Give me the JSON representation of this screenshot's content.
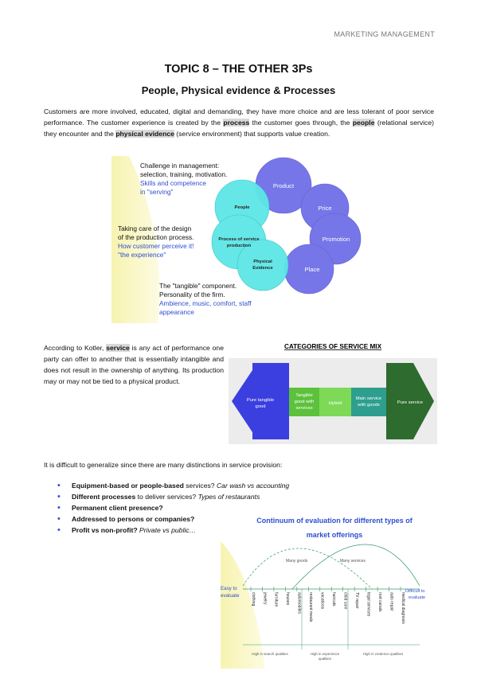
{
  "header": {
    "label": "MARKETING MANAGEMENT"
  },
  "title": "TOPIC 8 – THE OTHER 3Ps",
  "subtitle": "People, Physical evidence & Processes",
  "intro": {
    "p_a": "Customers are more involved, educated, digital and demanding, they have more choice and are less tolerant of poor service performance. The customer experience is created by the ",
    "k1": "process",
    "p_b": " the customer goes through, the ",
    "k2": "people",
    "p_c": " (relational service) they encounter and the ",
    "k3": "physical evidence",
    "p_d": " (service environment) that supports value creation."
  },
  "figure1": {
    "ann_people": [
      "Challenge in management:",
      "selection, training, motivation."
    ],
    "ann_people_blue": [
      "Skills and competence",
      "in \"serving\""
    ],
    "ann_process": [
      "Taking care of the design",
      "of the production process."
    ],
    "ann_process_blue": [
      "How customer perceive it!",
      "\"the experience\""
    ],
    "ann_physical": [
      "The \"tangible\" component.",
      "Personality of the firm."
    ],
    "ann_physical_blue": [
      "Ambience, music, comfort, staff",
      "appearance"
    ],
    "circle_people": "People",
    "circle_process": [
      "Process of service",
      "production"
    ],
    "circle_physical": [
      "Physical",
      "Evidence"
    ],
    "circle_product": "Product",
    "circle_price": "Price",
    "circle_promotion": "Promotion",
    "circle_place": "Place"
  },
  "service_def": {
    "a": "According to Kotler, ",
    "k": "service",
    "b": " is any act of performance one party can offer to another that is essentially intangible and does not result in the ownership of anything. Its production may or may not be tied to a physical product."
  },
  "figure2": {
    "title": "CATEGORIES OF SERVICE MIX",
    "cat1": [
      "Pure tangible",
      "good"
    ],
    "cat2": [
      "Tangible",
      "good with",
      "services"
    ],
    "cat3": "Hybrid",
    "cat4": [
      "Main service",
      "with goods"
    ],
    "cat5": "Pure service"
  },
  "para3": "It is difficult to generalize since there are many distinctions in service provision:",
  "bullets": [
    {
      "b": "Equipment-based or people-based",
      "t": " services? ",
      "i": "Car wash vs accounting"
    },
    {
      "b": "Different processes",
      "t": " to deliver services? ",
      "i": "Types of restaurants"
    },
    {
      "b": "Permanent client presence?",
      "t": "",
      "i": ""
    },
    {
      "b": "Addressed to persons or companies?",
      "t": "",
      "i": ""
    },
    {
      "b": "Profit vs non-profit?",
      "t": " ",
      "i": "Private vs public…"
    }
  ],
  "figure3": {
    "title": [
      "Continuum of evaluation for different types of",
      "market offerings"
    ],
    "easy": [
      "Easy to",
      "evaluate"
    ],
    "difficult": [
      "Difficult to",
      "evaluate"
    ],
    "many_goods": "Many goods",
    "many_services": "Many services",
    "items": [
      "clothing",
      "jewelry",
      "furniture",
      "houses",
      "automobiles",
      "restaurant meals",
      "vacations",
      "haircuts",
      "child care",
      "TV repair",
      "legal services",
      "root canals",
      "auto repair",
      "medical diagnosis"
    ],
    "q1": "High in search qualities",
    "q2": [
      "High in experience",
      "qualities"
    ],
    "q3": "High in credence qualities"
  },
  "colors": {
    "blue_text": "#2f4fd0",
    "cyan_circle": "#5ee6e6",
    "violet_circle": "#6f6fe8",
    "tangible": "#3b3fe0",
    "tangible2": "#5cc13b",
    "hybrid": "#7ed957",
    "main_service": "#2e9f8f",
    "pure_service": "#2e6b2e"
  }
}
